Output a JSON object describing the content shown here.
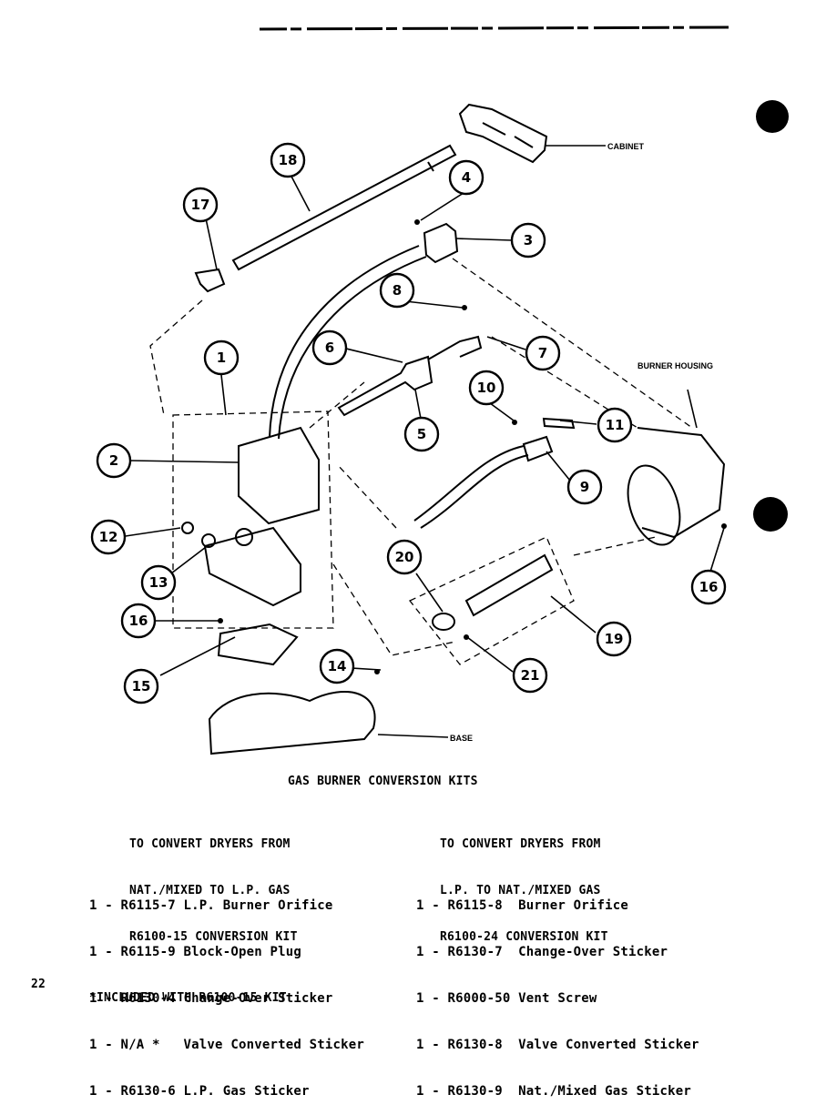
{
  "diagram": {
    "labels": {
      "cabinet": "CABINET",
      "burner_housing": "BURNER HOUSING",
      "base": "BASE"
    },
    "callouts": [
      "1",
      "2",
      "3",
      "4",
      "5",
      "6",
      "7",
      "8",
      "9",
      "10",
      "11",
      "12",
      "13",
      "14",
      "15",
      "16",
      "16",
      "17",
      "18",
      "19",
      "20",
      "21"
    ]
  },
  "title": "GAS BURNER CONVERSION KITS",
  "kit_left": {
    "heading": [
      "TO CONVERT DRYERS FROM",
      "NAT./MIXED TO L.P. GAS",
      "R6100-15 CONVERSION KIT"
    ],
    "items": [
      "1 - R6115-7 L.P. Burner Orifice",
      "1 - R6115-9 Block-Open Plug",
      "1 - R6130-4 Change-Over Sticker",
      "1 - N/A *   Valve Converted Sticker",
      "1 - R6130-6 L.P. Gas Sticker"
    ]
  },
  "kit_right": {
    "heading": [
      "TO CONVERT DRYERS FROM",
      "L.P. TO NAT./MIXED GAS",
      "R6100-24 CONVERSION KIT"
    ],
    "items": [
      "1 - R6115-8  Burner Orifice",
      "1 - R6130-7  Change-Over Sticker",
      "1 - R6000-50 Vent Screw",
      "1 - R6130-8  Valve Converted Sticker",
      "1 - R6130-9  Nat./Mixed Gas Sticker"
    ]
  },
  "page_number": "22",
  "footnote": "*INCLUDED WITH R6100-15 KIT"
}
